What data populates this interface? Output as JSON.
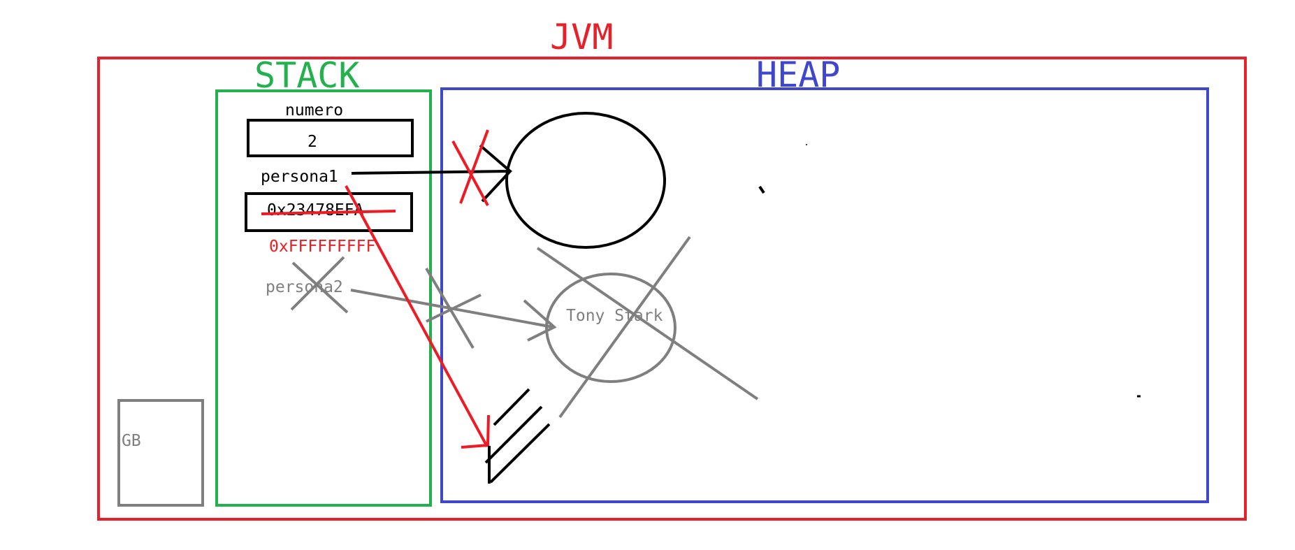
{
  "colors": {
    "jvm": "#e8202a",
    "stack": "#22b14c",
    "heap": "#3f48cc",
    "ink": "#000000",
    "gray": "#7f7f7f",
    "red": "#ed1c24"
  },
  "labels": {
    "jvm": "JVM",
    "stack": "STACK",
    "heap": "HEAP",
    "gb": "GB"
  },
  "stack": {
    "numero": {
      "name": "numero",
      "value": "2"
    },
    "persona1": {
      "name": "persona1",
      "old_value": "0x23478EFA",
      "new_value": "0xFFFFFFFFF"
    },
    "persona2": {
      "name": "persona2"
    }
  },
  "heap": {
    "object_label": "Tony Stark"
  }
}
